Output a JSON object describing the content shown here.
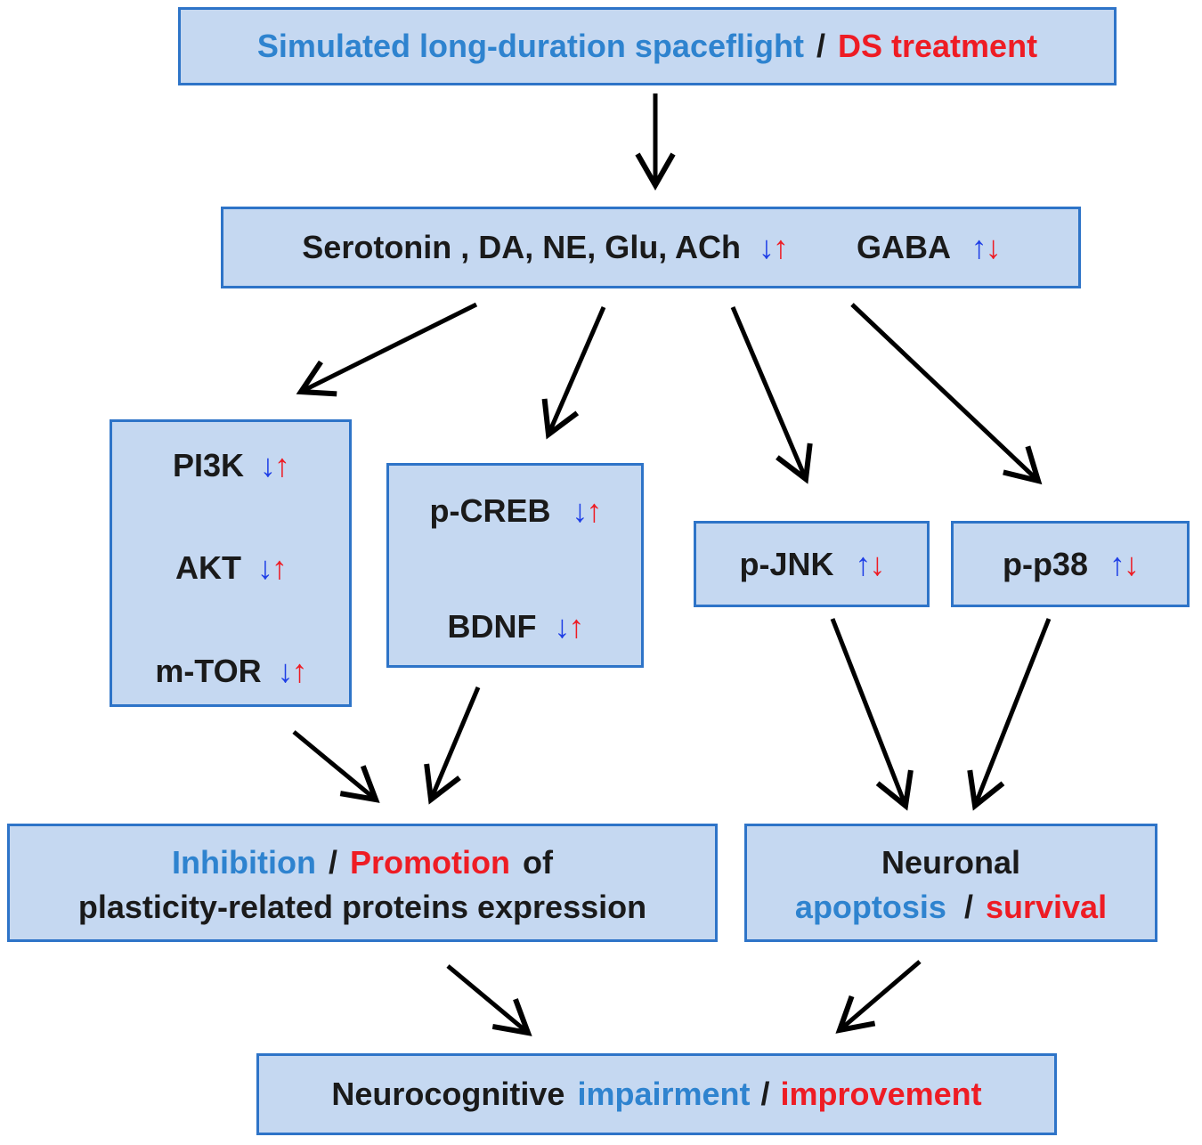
{
  "colors": {
    "box_fill": "#c5d8f1",
    "box_border": "#2e74c8",
    "spaceflight_blue": "#2e83cf",
    "treatment_red": "#ee1c24",
    "down_arrow_blue": "#1f3fe6",
    "up_arrow_red": "#ee1c24",
    "arrow": "#000000"
  },
  "top": {
    "spaceflight": "Simulated long-duration spaceflight",
    "sep": "/",
    "treatment": "DS treatment"
  },
  "neuro": {
    "list": "Serotonin , DA, NE, Glu, ACh",
    "list_down": "↓",
    "list_up": "↑",
    "gaba": "GABA",
    "gaba_up": "↑",
    "gaba_down": "↓"
  },
  "pi3k_box": {
    "pi3k": "PI3K",
    "akt": "AKT",
    "mtor": "m-TOR",
    "down": "↓",
    "up": "↑"
  },
  "creb_box": {
    "pcreb": "p-CREB",
    "bdnf": "BDNF",
    "down": "↓",
    "up": "↑"
  },
  "jnk_box": {
    "label": "p-JNK",
    "up": "↑",
    "down": "↓"
  },
  "p38_box": {
    "label": "p-p38",
    "up": "↑",
    "down": "↓"
  },
  "plasticity": {
    "inhibition": "Inhibition",
    "sep": "/",
    "promotion": "Promotion",
    "of": "of",
    "line2": "plasticity-related proteins expression"
  },
  "neuronal": {
    "line1": "Neuronal",
    "apoptosis": "apoptosis",
    "sep": "/",
    "survival": "survival"
  },
  "bottom": {
    "prefix": "Neurocognitive",
    "impairment": "impairment",
    "sep": "/",
    "improvement": "improvement"
  }
}
